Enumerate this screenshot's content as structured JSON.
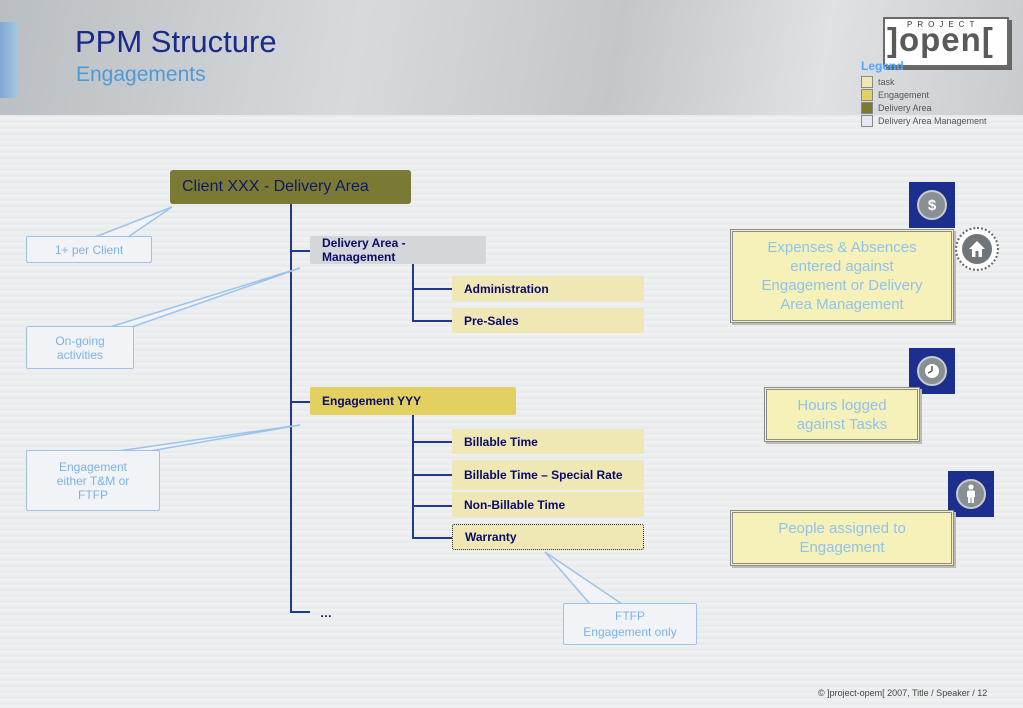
{
  "header": {
    "title": "PPM Structure",
    "subtitle": "Engagements",
    "logo_small": "PROJECT",
    "logo_big": "]open["
  },
  "legend": {
    "title": "Legend",
    "items": [
      {
        "label": "task",
        "color": "#efe7b4"
      },
      {
        "label": "Engagement",
        "color": "#e2d061"
      },
      {
        "label": "Delivery Area",
        "color": "#7a7a35"
      },
      {
        "label": "Delivery Area Management",
        "color": "#d4d7d9"
      }
    ]
  },
  "tree": {
    "root": "Client XXX  - Delivery Area",
    "management": {
      "label": "Delivery Area - Management",
      "children": [
        "Administration",
        "Pre-Sales"
      ]
    },
    "engagement": {
      "label": "Engagement YYY",
      "children": [
        "Billable Time",
        "Billable Time – Special Rate",
        "Non-Billable Time",
        "Warranty"
      ]
    },
    "more": "…"
  },
  "callouts": {
    "per_client": "1+ per Client",
    "ongoing": [
      "On-going",
      "activities"
    ],
    "engagement_type": [
      "Engagement",
      "either T&M or",
      "FTFP"
    ],
    "ftfp": [
      "FTFP",
      "Engagement only"
    ]
  },
  "notes": {
    "expenses": [
      "Expenses & Absences",
      "entered against",
      "Engagement or Delivery",
      "Area Management"
    ],
    "hours": [
      "Hours logged",
      "against Tasks"
    ],
    "people": [
      "People assigned to",
      "Engagement"
    ]
  },
  "icons": {
    "money": "$"
  },
  "footer": "©  ]project-opem[  2007, Title / Speaker / 12"
}
